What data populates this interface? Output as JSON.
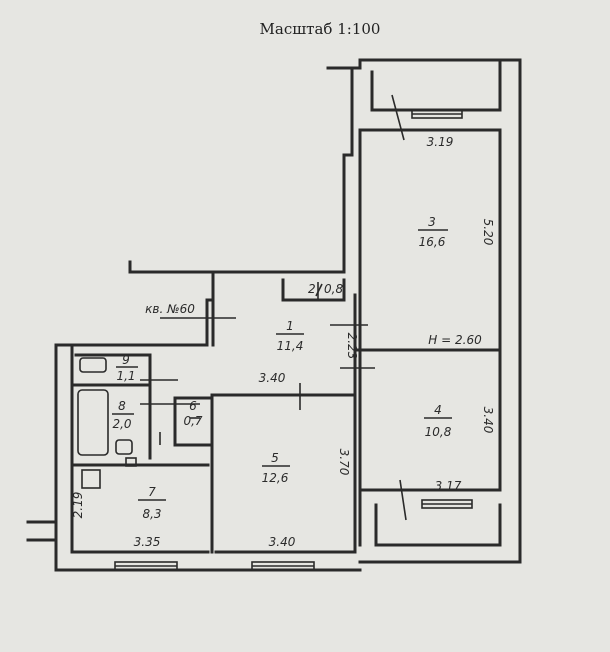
{
  "scale_label": "Масштаб 1:100",
  "apartment_label": "кв. №60",
  "height_label": "H = 2.60",
  "rooms": [
    {
      "num": "1",
      "area": "11,4"
    },
    {
      "num": "2",
      "area": "0,8"
    },
    {
      "num": "3",
      "area": "16,6"
    },
    {
      "num": "4",
      "area": "10,8"
    },
    {
      "num": "5",
      "area": "12,6"
    },
    {
      "num": "6",
      "area": "0,7"
    },
    {
      "num": "7",
      "area": "8,3"
    },
    {
      "num": "8",
      "area": "2,0"
    },
    {
      "num": "9",
      "area": "1,1"
    }
  ],
  "dimensions": {
    "room3_width": "3.19",
    "room3_length": "5.20",
    "room4_width": "3.17",
    "room4_length": "3.40",
    "room5_length": "3.70",
    "room5_width": "3.40",
    "corridor_width": "3.40",
    "corridor_depth": "2.23",
    "kitchen_width": "3.35",
    "kitchen_depth": "2.19"
  },
  "colors": {
    "paper": "#e6e6e2",
    "ink": "#2a2a2a"
  }
}
